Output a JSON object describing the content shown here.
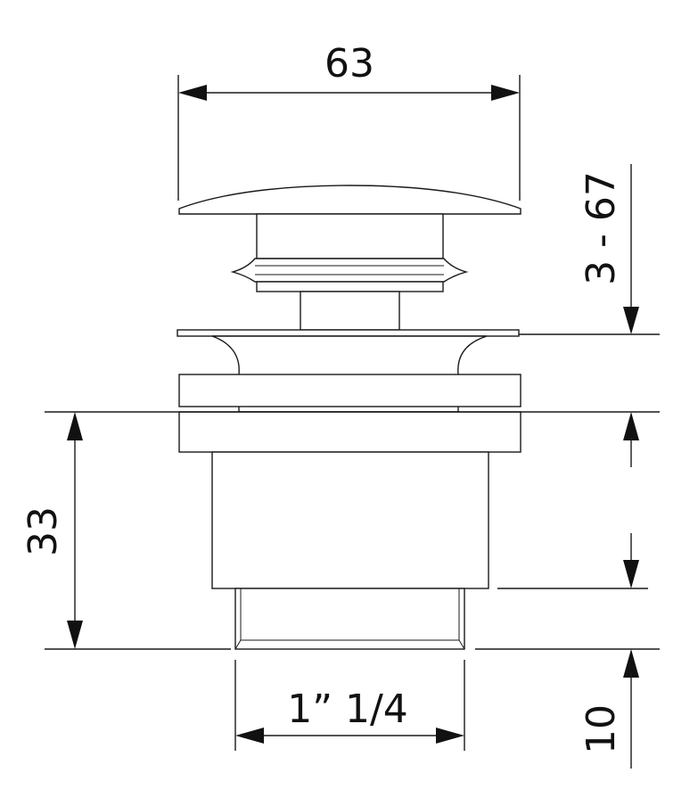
{
  "dimensions": {
    "top_width": "63",
    "height_range": "3 - 67",
    "body_height": "33",
    "thread": "1” 1/4",
    "thread_length": "10"
  }
}
